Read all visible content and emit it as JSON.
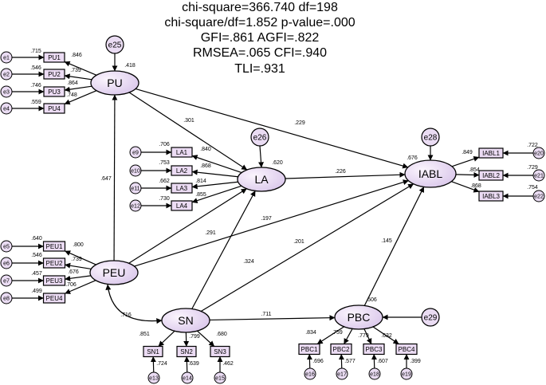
{
  "fit_header": {
    "lines": [
      "chi-square=366.740 df=198",
      "chi-square/df=1.852 p-value=.000",
      "GFI=.861 AGFI=.822",
      "RMSEA=.065 CFI=.940",
      "TLI=.931"
    ]
  },
  "colors": {
    "latent_fill_light": "#fbf5fd",
    "latent_fill_dark": "#d9c6ea",
    "box_fill": "#ecdcf4",
    "error_fill": "#eadcf3",
    "line": "#000000"
  },
  "latents": [
    {
      "id": "PU",
      "label": "PU",
      "r2": ".418"
    },
    {
      "id": "LA",
      "label": "LA",
      "r2": ".620"
    },
    {
      "id": "IABL",
      "label": "IABL",
      "r2": ".676"
    },
    {
      "id": "PEU",
      "label": "PEU",
      "r2": ""
    },
    {
      "id": "SN",
      "label": "SN",
      "r2": ""
    },
    {
      "id": "PBC",
      "label": "PBC",
      "r2": ".506"
    }
  ],
  "latent_errors": [
    {
      "id": "e25",
      "target": "PU"
    },
    {
      "id": "e26",
      "target": "LA"
    },
    {
      "id": "e28",
      "target": "IABL"
    },
    {
      "id": "e29",
      "target": "PBC"
    }
  ],
  "indicators": [
    {
      "id": "PU1",
      "factor": "PU",
      "error": "e1",
      "r2": ".715",
      "loading": ".846"
    },
    {
      "id": "PU2",
      "factor": "PU",
      "error": "e2",
      "r2": ".546",
      "loading": ".739"
    },
    {
      "id": "PU3",
      "factor": "PU",
      "error": "e3",
      "r2": ".746",
      "loading": ".864"
    },
    {
      "id": "PU4",
      "factor": "PU",
      "error": "e4",
      "r2": ".559",
      "loading": ".748"
    },
    {
      "id": "LA1",
      "factor": "LA",
      "error": "e9",
      "r2": ".706",
      "loading": ".840"
    },
    {
      "id": "LA2",
      "factor": "LA",
      "error": "e10",
      "r2": ".753",
      "loading": ".868"
    },
    {
      "id": "LA3",
      "factor": "LA",
      "error": "e11",
      "r2": ".662",
      "loading": ".814"
    },
    {
      "id": "LA4",
      "factor": "LA",
      "error": "e12",
      "r2": ".730",
      "loading": ".855"
    },
    {
      "id": "IABL1",
      "factor": "IABL",
      "error": "e20",
      "r2": ".722",
      "loading": ".849"
    },
    {
      "id": "IABL2",
      "factor": "IABL",
      "error": "e21",
      "r2": ".729",
      "loading": ".854"
    },
    {
      "id": "IABL3",
      "factor": "IABL",
      "error": "e22",
      "r2": ".754",
      "loading": ".868"
    },
    {
      "id": "PEU1",
      "factor": "PEU",
      "error": "e5",
      "r2": ".640",
      "loading": ".800"
    },
    {
      "id": "PEU2",
      "factor": "PEU",
      "error": "e6",
      "r2": ".546",
      "loading": ".739"
    },
    {
      "id": "PEU3",
      "factor": "PEU",
      "error": "e7",
      "r2": ".457",
      "loading": ".676"
    },
    {
      "id": "PEU4",
      "factor": "PEU",
      "error": "e8",
      "r2": ".499",
      "loading": ".706"
    },
    {
      "id": "SN1",
      "factor": "SN",
      "error": "e13",
      "r2": ".724",
      "loading": ".851"
    },
    {
      "id": "SN2",
      "factor": "SN",
      "error": "e14",
      "r2": ".639",
      "loading": ".799"
    },
    {
      "id": "SN3",
      "factor": "SN",
      "error": "e15",
      "r2": ".462",
      "loading": ".680"
    },
    {
      "id": "PBC1",
      "factor": "PBC",
      "error": "e16",
      "r2": ".696",
      "loading": ".834"
    },
    {
      "id": "PBC2",
      "factor": "PBC",
      "error": "e17",
      "r2": ".577",
      "loading": ".759"
    },
    {
      "id": "PBC3",
      "factor": "PBC",
      "error": "e18",
      "r2": ".607",
      "loading": ".779"
    },
    {
      "id": "PBC4",
      "factor": "PBC",
      "error": "e19",
      "r2": ".399",
      "loading": ".632"
    }
  ],
  "structural_paths": [
    {
      "from": "PEU",
      "to": "PU",
      "coef": ".647"
    },
    {
      "from": "PU",
      "to": "LA",
      "coef": ".301"
    },
    {
      "from": "PU",
      "to": "IABL",
      "coef": ".229"
    },
    {
      "from": "LA",
      "to": "IABL",
      "coef": ".226"
    },
    {
      "from": "PEU",
      "to": "LA",
      "coef": ".291"
    },
    {
      "from": "PEU",
      "to": "IABL",
      "coef": ".197"
    },
    {
      "from": "SN",
      "to": "LA",
      "coef": ".324"
    },
    {
      "from": "SN",
      "to": "IABL",
      "coef": ".201"
    },
    {
      "from": "SN",
      "to": "PBC",
      "coef": ".711"
    },
    {
      "from": "PBC",
      "to": "IABL",
      "coef": ".145"
    }
  ],
  "covariances": [
    {
      "between": [
        "PEU",
        "SN"
      ],
      "coef": ".716"
    }
  ]
}
